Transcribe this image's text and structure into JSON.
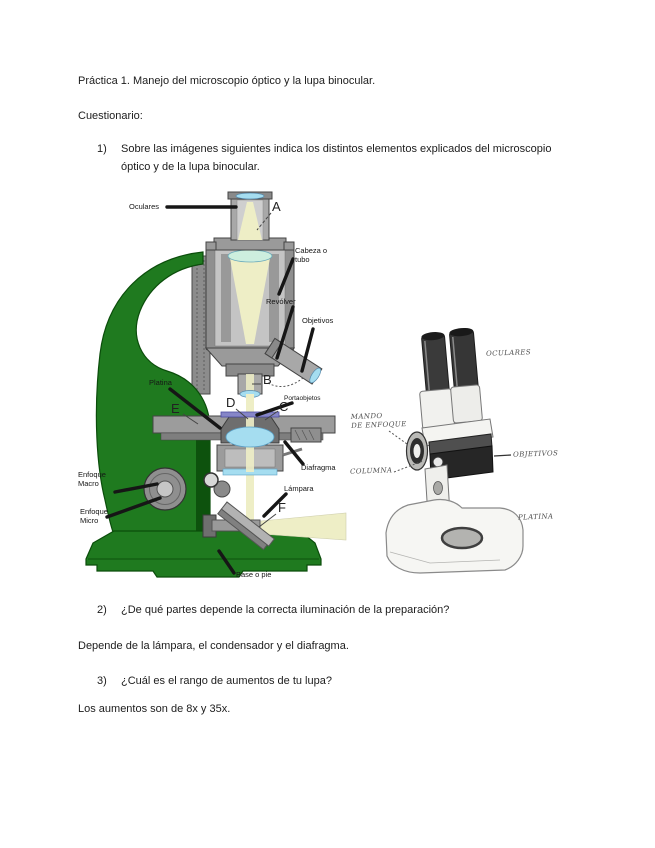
{
  "doc": {
    "title": "Práctica 1. Manejo del microscopio óptico y la lupa binocular.",
    "section": "Cuestionario:",
    "questions": {
      "q1": {
        "num": "1)",
        "line1": "Sobre las imágenes siguientes indica los distintos elementos explicados del microscopio",
        "line2": "óptico y de la lupa binocular."
      },
      "q2": {
        "num": "2)",
        "text": "¿De qué partes depende la correcta iluminación de la preparación?"
      },
      "q3": {
        "num": "3)",
        "text": "¿Cuál es el rango de aumentos de tu lupa?"
      }
    },
    "answers": {
      "a2": "Depende de la lámpara, el condensador y el diafragma.",
      "a3": "Los aumentos son de 8x y 35x."
    }
  },
  "microscope": {
    "labels": {
      "oculares": "Oculares",
      "cabeza": "Cabeza o\ntubo",
      "revolver": "Revólver",
      "objetivos": "Objetivos",
      "platina": "Platina",
      "portaobjetos": "Portaobjetos",
      "diafragma": "Diafragma",
      "enfoque_macro": "Enfoque\nMacro",
      "enfoque_micro": "Enfoque\nMicro",
      "lampara": "Lámpara",
      "base": "Base o pie"
    },
    "letters": {
      "a": "A",
      "b": "B",
      "c": "C",
      "d": "D",
      "e": "E",
      "f": "F"
    }
  },
  "lupa": {
    "labels": {
      "oculares": "OCULARES",
      "mando": "MANDO\nDE ENFOQUE",
      "columna": "COLUMNA",
      "objetivos": "OBJETIVOS",
      "platina": "PLATINA"
    }
  },
  "colors": {
    "arm_green": "#1f7a1f",
    "dark_green": "#0d520d",
    "beam_yellow": "#eeeec6",
    "lens_blue": "#a5ddf0",
    "slide_purple": "#8686c8"
  }
}
